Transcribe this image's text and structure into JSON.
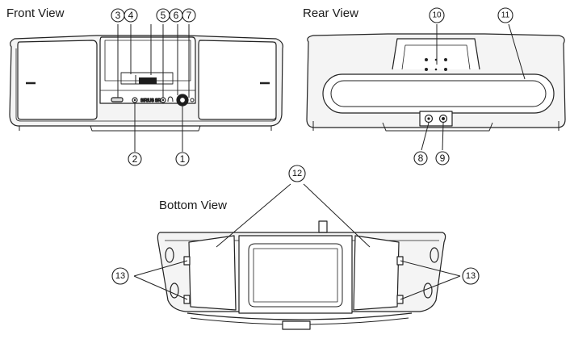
{
  "views": {
    "front": {
      "title": "Front View"
    },
    "rear": {
      "title": "Rear View"
    },
    "bottom": {
      "title": "Bottom View"
    }
  },
  "front_panel": {
    "brand_text": "SIRIUS SR"
  },
  "callouts": {
    "c1": "1",
    "c2": "2",
    "c3": "3",
    "c4": "4",
    "c5": "5",
    "c6": "6",
    "c7": "7",
    "c8": "8",
    "c9": "9",
    "c10": "10",
    "c11": "11",
    "c12": "12",
    "c13_left": "13",
    "c13_right": "13"
  },
  "colors": {
    "line": "#222222",
    "fill": "#f2f2f2",
    "dark": "#1c1c1c",
    "background": "#ffffff"
  }
}
